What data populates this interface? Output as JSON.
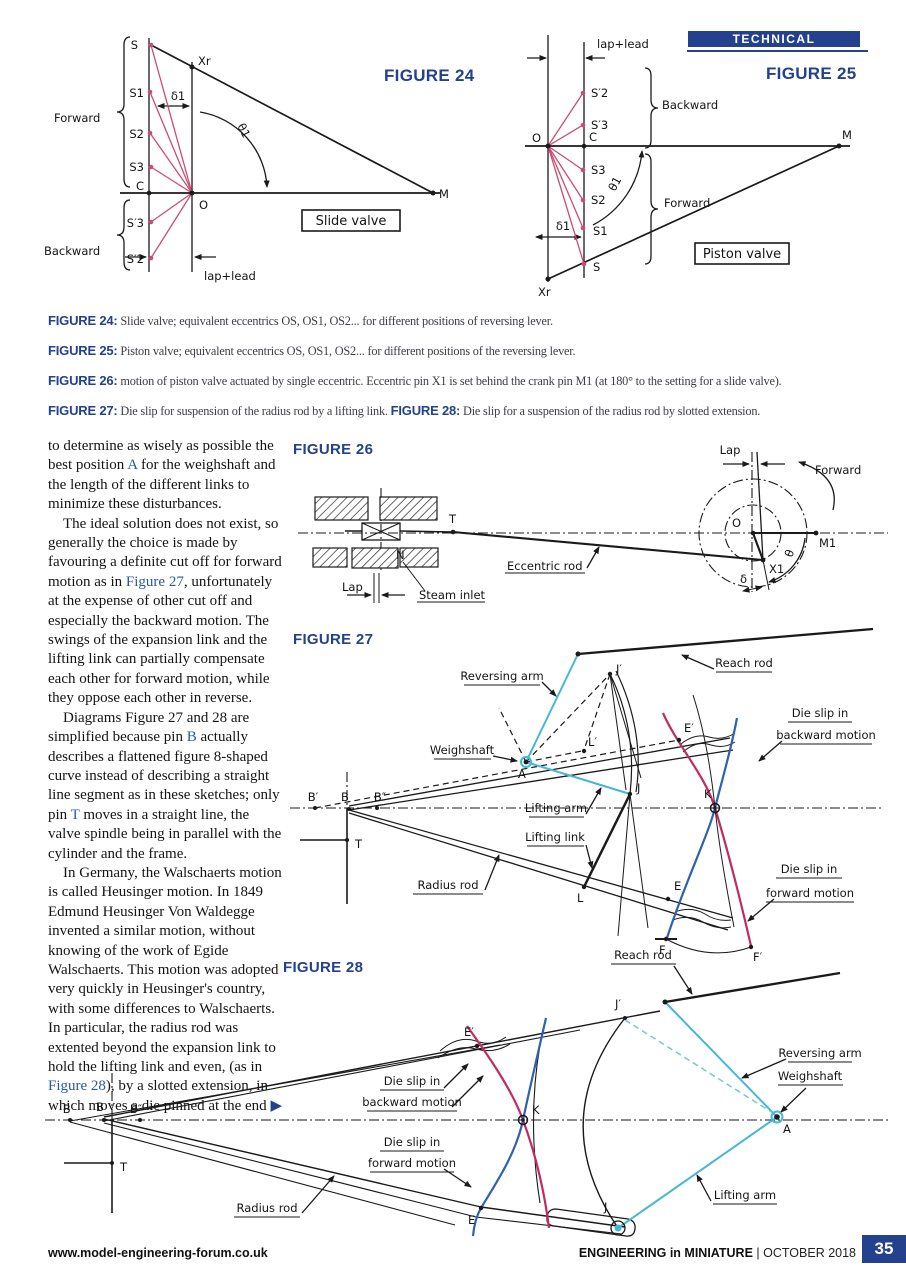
{
  "banner": {
    "label": "TECHNICAL"
  },
  "headings": {
    "fig24": "FIGURE 24",
    "fig25": "FIGURE 25",
    "fig26": "FIGURE 26",
    "fig27": "FIGURE 27",
    "fig28": "FIGURE 28"
  },
  "colors": {
    "brand_blue": "#24418e",
    "crimson_rays": "#cd4b72",
    "die_slip_crimson": "#c22a63",
    "die_slip_blue": "#2f62ae",
    "cyan_links": "#45b8d5",
    "teal_dashed": "#74ccc4",
    "ink": "#1a1a1a"
  },
  "captions": [
    {
      "segments": [
        {
          "text": "FIGURE 24:",
          "label": true
        },
        {
          "text": " Slide valve; equivalent eccentrics OS, OS1, OS2...  for different positions of reversing lever."
        }
      ]
    },
    {
      "segments": [
        {
          "text": "FIGURE 25:",
          "label": true
        },
        {
          "text": " Piston valve; equivalent eccentrics OS, OS1, OS2... for different positions of the reversing lever."
        }
      ]
    },
    {
      "segments": [
        {
          "text": "FIGURE 26:",
          "label": true
        },
        {
          "text": " motion of piston valve actuated by single eccentric. Eccentric pin X1 is set behind the crank pin M1 (at 180° to the setting for a slide valve)."
        }
      ]
    },
    {
      "segments": [
        {
          "text": "FIGURE 27:",
          "label": true
        },
        {
          "text": " Die slip for suspension of the radius rod by a lifting link.    "
        },
        {
          "text": "FIGURE 28:",
          "label": true
        },
        {
          "text": " Die slip for a suspension of the radius rod by slotted extension."
        }
      ]
    }
  ],
  "article": {
    "paragraphs": [
      {
        "indent": false,
        "segments": [
          {
            "text": "to determine as wisely as possible the best position "
          },
          {
            "text": "A",
            "link": true
          },
          {
            "text": " for the weighshaft and the length of the different links to minimize these disturbances."
          }
        ]
      },
      {
        "indent": true,
        "segments": [
          {
            "text": "The ideal solution does not exist, so generally the choice is made by favouring a definite cut off for forward motion as in "
          },
          {
            "text": "Figure 27",
            "link": true
          },
          {
            "text": ", unfortunately at the expense of other cut off and especially the backward motion. The swings of the expansion link and the lifting link can partially compensate each other for forward motion, while they oppose each other in reverse."
          }
        ]
      },
      {
        "indent": true,
        "segments": [
          {
            "text": "Diagrams Figure 27 and 28 are simplified because pin "
          },
          {
            "text": "B",
            "link": true
          },
          {
            "text": " actually describes a flattened figure 8-shaped curve instead of describing a straight line segment as in these sketches; only pin "
          },
          {
            "text": "T",
            "link": true
          },
          {
            "text": " moves in a straight line, the valve spindle being in parallel with the cylinder and the frame."
          }
        ]
      },
      {
        "indent": true,
        "segments": [
          {
            "text": "In Germany, the Walschaerts motion is called Heusinger motion. In 1849 Edmund Heusinger Von Waldegge invented a similar motion, without knowing of the work of Egide Walschaerts. This motion was adopted very quickly in Heusinger's country, with some differences to Walschaerts. In particular, the radius rod was extented beyond the expansion link to hold the lifting link and even, (as in "
          },
          {
            "text": "Figure 28",
            "link": true
          },
          {
            "text": "), by a slotted extension, in which moves a die pinned at the end "
          },
          {
            "text": "▶",
            "link": true,
            "marker": true
          }
        ]
      }
    ]
  },
  "figures": {
    "fig24": {
      "labels": {
        "S": "S",
        "S1": "S1",
        "S2": "S2",
        "S3": "S3",
        "C": "C",
        "Sp3": "S′3",
        "Sp2": "S′2",
        "O": "O",
        "Xr": "Xr",
        "M": "M",
        "forward": "Forward",
        "backward": "Backward",
        "theta1": "θ1",
        "delta1": "δ1",
        "box": "Slide valve",
        "lap_lead": "lap+lead"
      }
    },
    "fig25": {
      "labels": {
        "S": "S",
        "S1": "S1",
        "S2": "S2",
        "S3": "S3",
        "C": "C",
        "Sp3": "S′3",
        "Sp2": "S′2",
        "O": "O",
        "Xr": "Xr",
        "M": "M",
        "forward": "Forward",
        "backward": "Backward",
        "theta1": "θ1",
        "delta1": "δ1",
        "box": "Piston valve",
        "lap_lead": "lap+lead"
      }
    },
    "fig26": {
      "labels": {
        "lap_top": "Lap",
        "lap_bottom": "Lap",
        "forward": "Forward",
        "O": "O",
        "M1": "M1",
        "X1": "X1",
        "theta": "θ",
        "delta": "δ",
        "T": "T",
        "N": "N",
        "steam_inlet": "Steam inlet",
        "eccentric_rod": "Eccentric rod"
      }
    },
    "fig27": {
      "labels": {
        "reach_rod": "Reach rod",
        "reversing_arm": "Reversing arm",
        "weighshaft": "Weighshaft",
        "lifting_arm": "Lifting arm",
        "lifting_link": "Lifting link",
        "radius_rod": "Radius rod",
        "die_slip": "Die slip in",
        "backward_motion": "backward motion",
        "forward_motion": "forward motion",
        "A": "A",
        "B": "B",
        "Bp": "B′",
        "Bpp": "B″",
        "T": "T",
        "J": "J",
        "Jp": "J′",
        "K": "K",
        "L": "L",
        "Lp": "L′",
        "E": "E",
        "Ep": "E′",
        "F": "F",
        "Fp": "F′"
      }
    },
    "fig28": {
      "labels": {
        "reach_rod": "Reach rod",
        "reversing_arm": "Reversing arm",
        "weighshaft": "Weighshaft",
        "lifting_arm": "Lifting arm",
        "radius_rod": "Radius rod",
        "die_slip": "Die slip in",
        "backward_motion": "backward motion",
        "forward_motion": "forward motion",
        "A": "A",
        "B": "B",
        "Bp": "B′",
        "Bpp": "B″",
        "T": "T",
        "J": "J",
        "Jp": "J′",
        "K": "K",
        "E": "E",
        "Ep": "E′"
      }
    }
  },
  "footer": {
    "website": "www.model-engineering-forum.co.uk",
    "magazine": "ENGINEERING in MINIATURE",
    "issue": " | OCTOBER 2018",
    "page_number": "35"
  }
}
